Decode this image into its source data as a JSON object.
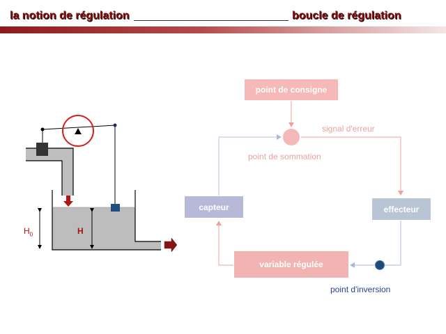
{
  "header": {
    "left_title": "la notion de régulation",
    "right_title": "boucle de régulation"
  },
  "tank": {
    "h0_label": "H",
    "h0_sub": "0",
    "h_label": "H"
  },
  "loop": {
    "setpoint": "point de consigne",
    "error_signal": "signal d'erreur",
    "summing_point": "point de sommation",
    "sensor": "capteur",
    "actuator": "effecteur",
    "controlled_variable": "variable régulée",
    "inversion_point": "point d'inversion"
  },
  "colors": {
    "title_red": "#8b0a0a",
    "setpoint_box": "#f7b8b8",
    "sensor_box": "#b8b8d8",
    "actuator_box": "#b9c4d4",
    "variable_box": "#f2b3b3",
    "summing_point": "#f4b8b8",
    "inversion_point": "#1e4a78",
    "float": "#1f4f7f",
    "valve_circle": "#d42020"
  }
}
